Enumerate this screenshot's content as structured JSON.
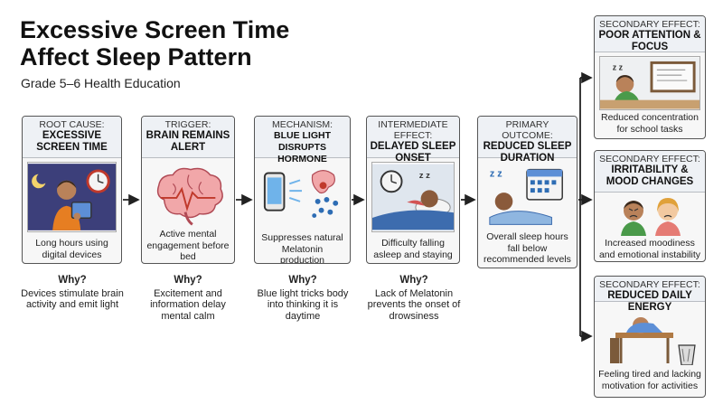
{
  "title_line1": "Excessive Screen Time",
  "title_line2": "Affect  Sleep Pattern",
  "subtitle": "Grade 5–6 Health Education",
  "cards": [
    {
      "label": "ROOT CAUSE:",
      "bold": "EXCESSIVE SCREEN TIME",
      "caption": "Long hours using digital devices",
      "why_title": "Why?",
      "why_text": "Devices stimulate brain activity and emit light"
    },
    {
      "label": "TRIGGER:",
      "bold": "BRAIN REMAINS ALERT",
      "caption": "Active mental engagement before bed",
      "why_title": "Why?",
      "why_text": "Excitement and information delay mental calm"
    },
    {
      "label": "MECHANISM:",
      "bold": "BLUE LIGHT DISRUPTS HORMONE",
      "caption": "Suppresses natural Melatonin production",
      "why_title": "Why?",
      "why_text": "Blue light tricks body into thinking it is daytime"
    },
    {
      "label": "INTERMEDIATE EFFECT:",
      "bold": "DELAYED SLEEP ONSET",
      "caption": "Difficulty falling asleep and staying",
      "why_title": "Why?",
      "why_text": "Lack of Melatonin prevents the onset of drowsiness"
    },
    {
      "label": "PRIMARY OUTCOME:",
      "bold": "REDUCED SLEEP DURATION",
      "caption": "Overall sleep hours fall below recommended levels"
    }
  ],
  "effects": [
    {
      "label": "SECONDARY EFFECT:",
      "bold": "POOR ATTENTION & FOCUS",
      "caption": "Reduced concentration for school tasks"
    },
    {
      "label": "SECONDARY EFFECT:",
      "bold": "IRRITABILITY & MOOD CHANGES",
      "caption": "Increased moodiness and emotional instability"
    },
    {
      "label": "SECONDARY EFFECT:",
      "bold": "REDUCED DAILY ENERGY",
      "caption": "Feeling tired and lacking motivation for activities"
    }
  ],
  "icons": [
    "child-tablet-icon",
    "brain-icon",
    "phone-hormone-icon",
    "restless-child-icon",
    "sleeping-child-icon",
    "tired-student-icon",
    "upset-children-icon",
    "exhausted-student-icon"
  ]
}
